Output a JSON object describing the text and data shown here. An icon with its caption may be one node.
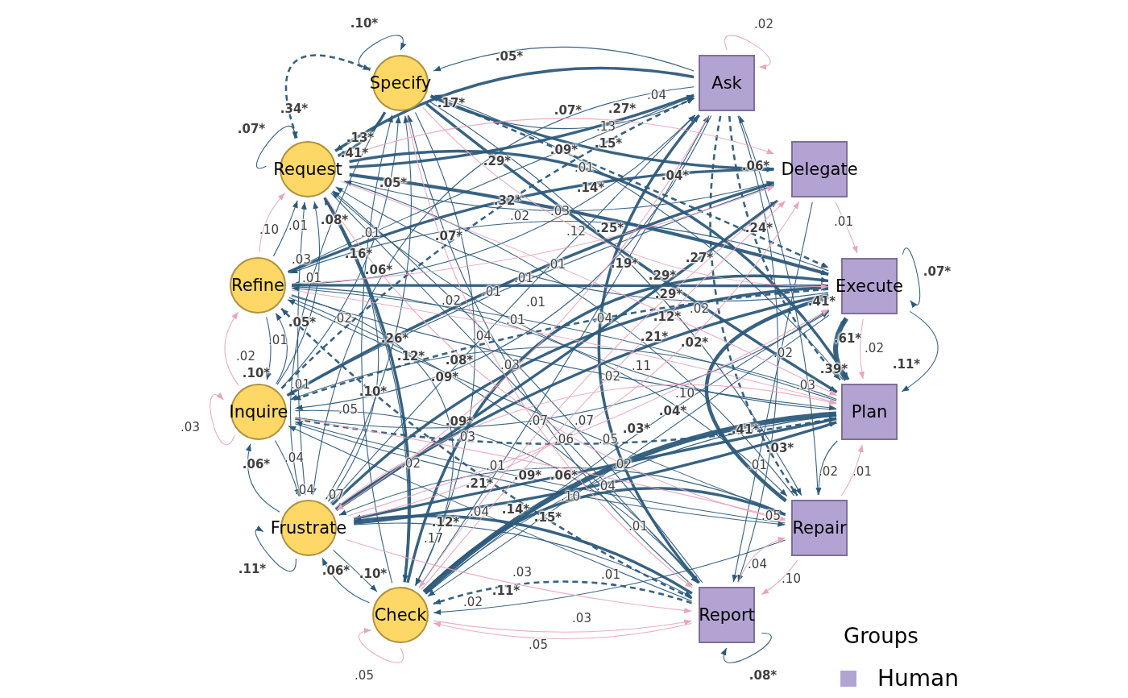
{
  "diagram": {
    "nodes": [
      {
        "text": [
          "Specify"
        ]
      },
      {
        "text": [
          "Request"
        ]
      },
      {
        "text": [
          "Refine"
        ]
      },
      {
        "text": [
          "Inquire"
        ]
      },
      {
        "text": [
          "Frustrate"
        ]
      },
      {
        "text": [
          "Check"
        ]
      },
      {
        "text": [
          "Ask"
        ]
      },
      {
        "text": [
          "Delegate"
        ]
      },
      {
        "text": [
          "Execute"
        ]
      },
      {
        "text": [
          "Plan"
        ]
      },
      {
        "text": [
          "Repair"
        ]
      },
      {
        "text": [
          "Report"
        ]
      }
    ],
    "edges": [
      {
        "from": 0,
        "to": 0,
        "arrow": "to",
        "label": ".10*"
      },
      {
        "from": 1,
        "to": 1,
        "arrow": "to",
        "label": ".07*"
      },
      {
        "from": 3,
        "to": 3,
        "arrow": "to",
        "label": ".03",
        "color": "#e8a5bb"
      },
      {
        "from": 4,
        "to": 4,
        "arrow": "to",
        "label": ".11*"
      },
      {
        "from": 5,
        "to": 5,
        "arrow": "to",
        "label": ".05",
        "color": "#e8a5bb"
      },
      {
        "from": 6,
        "to": 6,
        "arrow": "to",
        "label": ".02",
        "color": "#e8a5bb"
      },
      {
        "from": 8,
        "to": 8,
        "arrow": "to",
        "label": ".07*"
      },
      {
        "from": 11,
        "to": 11,
        "arrow": "to",
        "label": ".08*"
      },
      {
        "from": 6,
        "to": 0,
        "arrow": "to",
        "label": ".05*"
      },
      {
        "from": 1,
        "to": 0,
        "arrow": "to",
        "label": ".34*",
        "style": "dashed"
      },
      {
        "from": 7,
        "to": 0,
        "arrow": "to",
        "label": ".17*",
        "style": "thick"
      },
      {
        "from": 0,
        "to": 1,
        "arrow": "to",
        "label": ".41*",
        "style": "thick"
      },
      {
        "from": 6,
        "to": 1,
        "arrow": "to",
        "label": ".13*",
        "style": "thick"
      },
      {
        "from": 0,
        "to": 6,
        "arrow": "to",
        "label": ".07*"
      },
      {
        "from": 1,
        "to": 6,
        "arrow": "to",
        "label": ".27*",
        "style": "thick"
      },
      {
        "from": 6,
        "to": 4,
        "arrow": "to",
        "label": ".04"
      },
      {
        "from": 1,
        "to": 7,
        "arrow": "to",
        "label": ".13",
        "color": "#e8a5bb"
      },
      {
        "from": 2,
        "to": 6,
        "arrow": "to",
        "label": ".09*"
      },
      {
        "from": 3,
        "to": 6,
        "arrow": "to",
        "label": ".15*",
        "style": "dashed"
      },
      {
        "from": 9,
        "to": 0,
        "arrow": "to",
        "label": ".01"
      },
      {
        "from": 1,
        "to": 9,
        "arrow": "to",
        "label": ".29*",
        "style": "thick"
      },
      {
        "from": 2,
        "to": 7,
        "arrow": "to",
        "label": ".14*",
        "style": "thick"
      },
      {
        "from": 5,
        "to": 6,
        "arrow": "to",
        "label": ".04*"
      },
      {
        "from": 10,
        "to": 6,
        "arrow": "to",
        "label": ".06*"
      },
      {
        "from": 1,
        "to": 8,
        "arrow": "to",
        "label": ".32*",
        "style": "thick"
      },
      {
        "from": 6,
        "to": 2,
        "arrow": "to",
        "label": ".02"
      },
      {
        "from": 0,
        "to": 8,
        "arrow": "to",
        "label": ".03",
        "color": "#e8a5bb"
      },
      {
        "from": 2,
        "to": 7,
        "arrow": "to",
        "label": ".12",
        "color": "#e8a5bb"
      },
      {
        "from": 0,
        "to": 9,
        "arrow": "to",
        "label": ".25*",
        "style": "thick"
      },
      {
        "from": 0,
        "to": 8,
        "arrow": "to",
        "label": ".24*",
        "style": "dashed"
      },
      {
        "from": 7,
        "to": 8,
        "arrow": "to",
        "label": ".01",
        "color": "#e8a5bb"
      },
      {
        "from": 8,
        "to": 2,
        "arrow": "to",
        "label": ".07*"
      },
      {
        "from": 4,
        "to": 7,
        "arrow": "to",
        "label": ".27*",
        "style": "thick"
      },
      {
        "from": 11,
        "to": 6,
        "arrow": "to",
        "label": ".19*",
        "style": "thick"
      },
      {
        "from": 8,
        "to": 1,
        "arrow": "to",
        "label": ".01"
      },
      {
        "from": 2,
        "to": 8,
        "arrow": "to",
        "label": ".29*",
        "style": "thick"
      },
      {
        "from": 4,
        "to": 6,
        "arrow": "to",
        "label": ".01"
      },
      {
        "from": 9,
        "to": 1,
        "arrow": "to",
        "label": ".01"
      },
      {
        "from": 5,
        "to": 8,
        "arrow": "to",
        "label": ".29*",
        "style": "thick"
      },
      {
        "from": 6,
        "to": 3,
        "arrow": "to",
        "label": ".01"
      },
      {
        "from": 11,
        "to": 1,
        "arrow": "to",
        "label": ".02"
      },
      {
        "from": 4,
        "to": 7,
        "arrow": "to",
        "label": ".02",
        "color": "#e8a5bb"
      },
      {
        "from": 9,
        "to": 2,
        "arrow": "to",
        "label": ".01"
      },
      {
        "from": 2,
        "to": 9,
        "arrow": "to",
        "label": ".04"
      },
      {
        "from": 10,
        "to": 1,
        "arrow": "to",
        "label": ".04"
      },
      {
        "from": 4,
        "to": 8,
        "arrow": "to",
        "label": ".12*",
        "style": "thick"
      },
      {
        "from": 8,
        "to": 4,
        "arrow": "to",
        "label": ".21*",
        "style": "thick"
      },
      {
        "from": 0,
        "to": 10,
        "arrow": "to",
        "label": ".02*"
      },
      {
        "from": 10,
        "to": 8,
        "arrow": "to",
        "label": ".41*",
        "style": "thick"
      },
      {
        "from": 9,
        "to": 8,
        "arrow": "to",
        "label": ".61*",
        "style": "thick"
      },
      {
        "from": 8,
        "to": 9,
        "arrow": "to",
        "label": ".02",
        "color": "#e8a5bb"
      },
      {
        "from": 8,
        "to": 9,
        "arrow": "to",
        "label": ".11*"
      },
      {
        "from": 6,
        "to": 9,
        "arrow": "to",
        "label": ".39*",
        "style": "dashed"
      },
      {
        "from": 1,
        "to": 9,
        "arrow": "to",
        "label": ".03",
        "color": "#e8a5bb"
      },
      {
        "from": 6,
        "to": 11,
        "arrow": "to",
        "label": ".02"
      },
      {
        "from": 5,
        "to": 9,
        "arrow": "to",
        "label": ".41*",
        "style": "thick"
      },
      {
        "from": 6,
        "to": 10,
        "arrow": "to",
        "label": ".03*",
        "style": "dashed"
      },
      {
        "from": 7,
        "to": 11,
        "arrow": "to",
        "label": ".01"
      },
      {
        "from": 9,
        "to": 10,
        "arrow": "to",
        "label": ".02"
      },
      {
        "from": 10,
        "to": 9,
        "arrow": "to",
        "label": ".01",
        "color": "#e8a5bb"
      },
      {
        "from": 3,
        "to": 10,
        "arrow": "to",
        "label": ".05",
        "color": "#e8a5bb"
      },
      {
        "from": 11,
        "to": 10,
        "arrow": "to",
        "label": ".04",
        "color": "#e8a5bb"
      },
      {
        "from": 10,
        "to": 11,
        "arrow": "to",
        "label": ".10",
        "color": "#e8a5bb"
      },
      {
        "from": 1,
        "to": 11,
        "arrow": "to",
        "label": ".03"
      },
      {
        "from": 9,
        "to": 3,
        "arrow": "to",
        "label": ".08*"
      },
      {
        "from": 2,
        "to": 11,
        "arrow": "to",
        "label": ".09*"
      },
      {
        "from": 2,
        "to": 9,
        "arrow": "to",
        "label": ".11",
        "color": "#e8a5bb"
      },
      {
        "from": 5,
        "to": 7,
        "arrow": "to",
        "label": ".02",
        "color": "#e8a5bb"
      },
      {
        "from": 4,
        "to": 8,
        "arrow": "to",
        "label": ".10",
        "color": "#e8a5bb"
      },
      {
        "from": 2,
        "to": 10,
        "arrow": "to",
        "label": ".04*"
      },
      {
        "from": 3,
        "to": 8,
        "arrow": "to",
        "label": ".09*"
      },
      {
        "from": 4,
        "to": 9,
        "arrow": "to",
        "label": ".03",
        "color": "#e8a5bb"
      },
      {
        "from": 7,
        "to": 5,
        "arrow": "to",
        "label": ".07",
        "color": "#e8a5bb"
      },
      {
        "from": 11,
        "to": 0,
        "arrow": "to",
        "label": ".06"
      },
      {
        "from": 10,
        "to": 2,
        "arrow": "to",
        "label": ".07"
      },
      {
        "from": 1,
        "to": 10,
        "arrow": "to",
        "label": ".05",
        "color": "#e8a5bb"
      },
      {
        "from": 3,
        "to": 9,
        "arrow": "to",
        "label": ".03*",
        "style": "dashed"
      },
      {
        "from": 3,
        "to": 10,
        "arrow": "to",
        "label": ".01"
      },
      {
        "from": 10,
        "to": 4,
        "arrow": "to",
        "label": ".09*"
      },
      {
        "from": 5,
        "to": 8,
        "arrow": "to",
        "label": ".06*"
      },
      {
        "from": 9,
        "to": 5,
        "arrow": "to",
        "label": ".02"
      },
      {
        "from": 8,
        "to": 5,
        "arrow": "to",
        "label": ".04"
      },
      {
        "from": 10,
        "to": 3,
        "arrow": "to",
        "label": ".10"
      },
      {
        "from": 9,
        "to": 4,
        "arrow": "to",
        "label": ".21*",
        "style": "thick"
      },
      {
        "from": 4,
        "to": 9,
        "arrow": "to",
        "label": ".14*",
        "style": "thick"
      },
      {
        "from": 11,
        "to": 3,
        "arrow": "to",
        "label": ".04"
      },
      {
        "from": 5,
        "to": 10,
        "arrow": "to",
        "label": ".15*",
        "style": "thick"
      },
      {
        "from": 11,
        "to": 4,
        "arrow": "to",
        "label": ".12*",
        "style": "thick"
      },
      {
        "from": 0,
        "to": 5,
        "arrow": "to",
        "label": ".17"
      },
      {
        "from": 0,
        "to": 11,
        "arrow": "to",
        "label": ".01",
        "color": "#e8a5bb"
      },
      {
        "from": 4,
        "to": 11,
        "arrow": "to",
        "label": ".03",
        "color": "#e8a5bb"
      },
      {
        "from": 4,
        "to": 11,
        "arrow": "to",
        "label": ".01"
      },
      {
        "from": 11,
        "to": 5,
        "arrow": "to",
        "label": ".11*",
        "style": "dashed"
      },
      {
        "from": 10,
        "to": 5,
        "arrow": "to",
        "label": ".02"
      },
      {
        "from": 5,
        "to": 11,
        "arrow": "to",
        "label": ".03",
        "color": "#e8a5bb"
      },
      {
        "from": 11,
        "to": 5,
        "arrow": "to",
        "label": ".05",
        "color": "#e8a5bb"
      },
      {
        "from": 2,
        "to": 1,
        "arrow": "to",
        "label": ".10",
        "color": "#e8a5bb"
      },
      {
        "from": 2,
        "to": 1,
        "arrow": "to",
        "label": ".01"
      },
      {
        "from": 5,
        "to": 1,
        "arrow": "to",
        "label": ".08*"
      },
      {
        "from": 3,
        "to": 0,
        "arrow": "to",
        "label": ".01"
      },
      {
        "from": 1,
        "to": 5,
        "arrow": "to",
        "label": ".16*",
        "style": "thick"
      },
      {
        "from": 5,
        "to": 0,
        "arrow": "to",
        "label": ".06*"
      },
      {
        "from": 4,
        "to": 1,
        "arrow": "to",
        "label": ".03"
      },
      {
        "from": 3,
        "to": 1,
        "arrow": "to",
        "label": ".01"
      },
      {
        "from": 11,
        "to": 2,
        "arrow": "to",
        "label": ".05*",
        "style": "dashed"
      },
      {
        "from": 2,
        "to": 5,
        "arrow": "to",
        "label": ".02"
      },
      {
        "from": 8,
        "to": 3,
        "arrow": "to",
        "label": ".12*",
        "style": "dashed"
      },
      {
        "from": 3,
        "to": 7,
        "arrow": "to",
        "label": ".26*",
        "style": "thick"
      },
      {
        "from": 3,
        "to": 2,
        "arrow": "to",
        "label": ".01"
      },
      {
        "from": 3,
        "to": 2,
        "arrow": "to",
        "label": ".02",
        "color": "#e8a5bb"
      },
      {
        "from": 2,
        "to": 3,
        "arrow": "to",
        "label": ".10*"
      },
      {
        "from": 7,
        "to": 3,
        "arrow": "to",
        "label": ".01"
      },
      {
        "from": 4,
        "to": 0,
        "arrow": "to",
        "label": ".10*"
      },
      {
        "from": 3,
        "to": 11,
        "arrow": "to",
        "label": ".05"
      },
      {
        "from": 4,
        "to": 3,
        "arrow": "to",
        "label": ".06*"
      },
      {
        "from": 3,
        "to": 4,
        "arrow": "to",
        "label": ".04"
      },
      {
        "from": 0,
        "to": 4,
        "arrow": "to",
        "label": ".04"
      },
      {
        "from": 1,
        "to": 4,
        "arrow": "to",
        "label": ".07"
      },
      {
        "from": 6,
        "to": 4,
        "arrow": "to",
        "label": ".02",
        "color": "#e8a5bb"
      },
      {
        "from": 5,
        "to": 4,
        "arrow": "to",
        "label": ".06*"
      },
      {
        "from": 4,
        "to": 5,
        "arrow": "to",
        "label": ".10*"
      },
      {
        "from": 1,
        "to": 7,
        "arrow": "to",
        "label": ".05*"
      }
    ],
    "labels": [
      "Groups"
    ],
    "legend": [
      {
        "text": "Human",
        "color": "#b3a3d3"
      }
    ]
  }
}
